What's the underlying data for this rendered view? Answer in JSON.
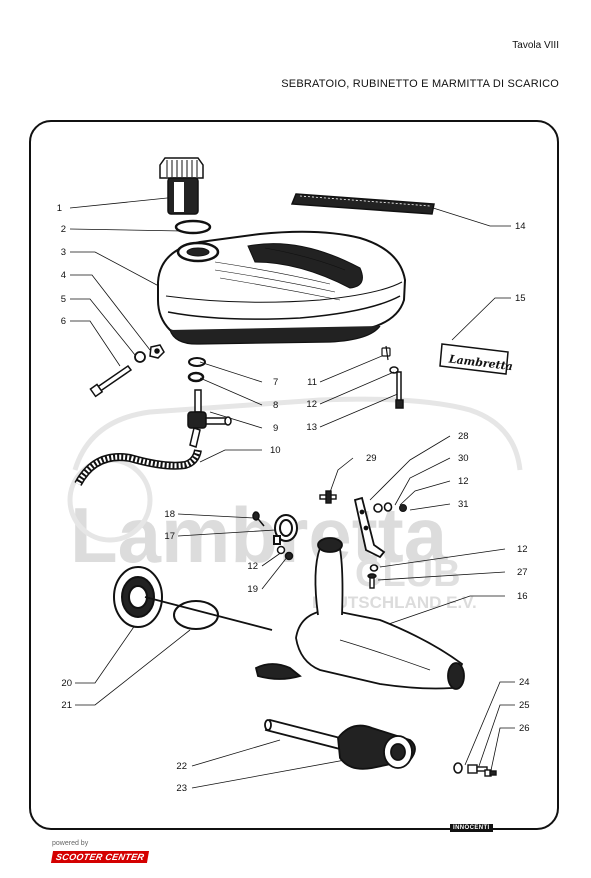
{
  "header": {
    "tavola": "Tavola VIII",
    "title": "SEBRATOIO, RUBINETTO E MARMITTA DI SCARICO"
  },
  "parts": [
    "1",
    "2",
    "3",
    "4",
    "5",
    "6",
    "7",
    "8",
    "9",
    "10",
    "11",
    "12",
    "13",
    "14",
    "15",
    "16",
    "17",
    "18",
    "19",
    "20",
    "21",
    "22",
    "23",
    "24",
    "25",
    "26",
    "27",
    "28",
    "29",
    "30",
    "31"
  ],
  "watermark": {
    "brand": "Lambretta",
    "club": "CLUB",
    "country": "DEUTSCHLAND E.V."
  },
  "decal_text": "Lambretta",
  "footer": {
    "powered_by": "powered by",
    "sponsor": "SCOOTER CENTER",
    "maker": "INNOCENTI"
  },
  "colors": {
    "line": "#111111",
    "watermark": "#d9d9d9",
    "sponsor": "#d40000"
  }
}
